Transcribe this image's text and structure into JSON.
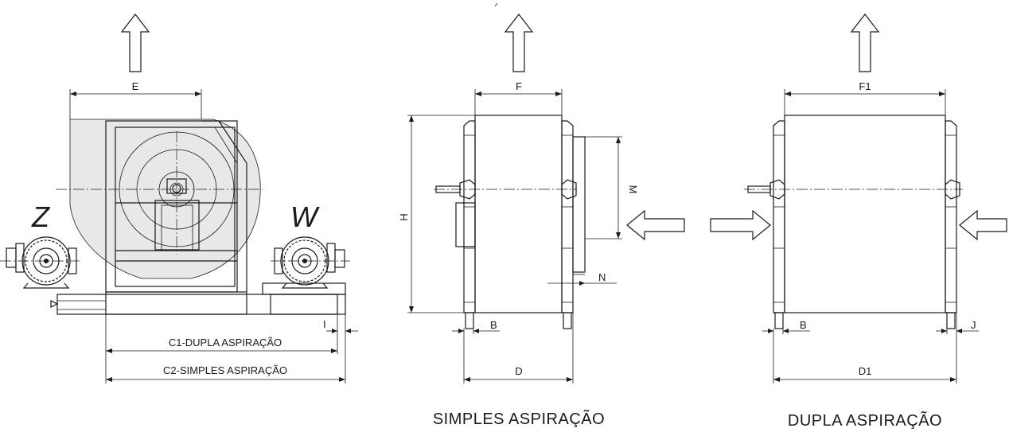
{
  "dimensions": {
    "e": "E",
    "f": "F",
    "f1": "F1",
    "h": "H",
    "m": "M",
    "n": "N",
    "b": "B",
    "i": "I",
    "j": "J",
    "d": "D",
    "d1": "D1",
    "c1": "C1-DUPLA ASPIRAÇÃO",
    "c2": "C2-SIMPLES ASPIRAÇÃO"
  },
  "motor_positions": {
    "left": "Z",
    "right": "W"
  },
  "captions": {
    "single": "SIMPLES ASPIRAÇÃO",
    "double": "DUPLA ASPIRAÇÃO"
  },
  "icons": [
    "up-arrow-icon",
    "left-arrow-icon",
    "right-arrow-icon",
    "motor-icon",
    "fan-housing-icon"
  ]
}
